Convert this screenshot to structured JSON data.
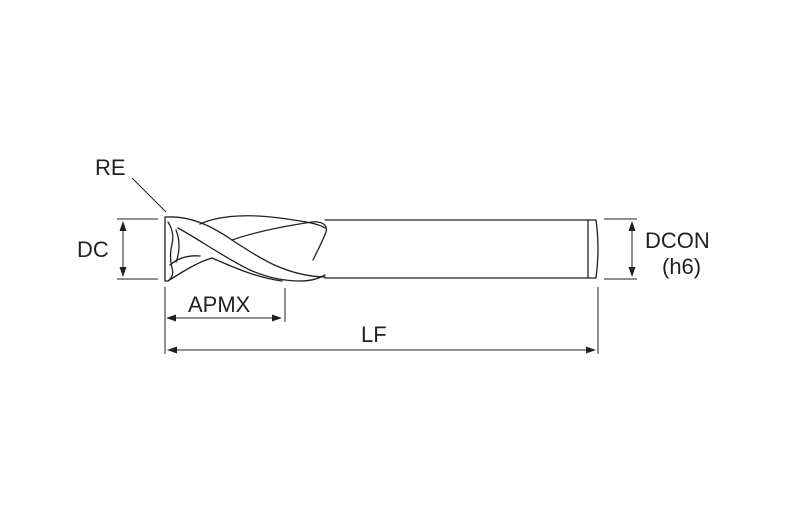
{
  "labels": {
    "corner_radius": "RE",
    "cutting_diameter": "DC",
    "max_depth_of_cut": "APMX",
    "functional_length": "LF",
    "connection_diameter": "DCON",
    "connection_tolerance": "(h6)"
  },
  "colors": {
    "line": "#231f20",
    "background": "#ffffff"
  }
}
